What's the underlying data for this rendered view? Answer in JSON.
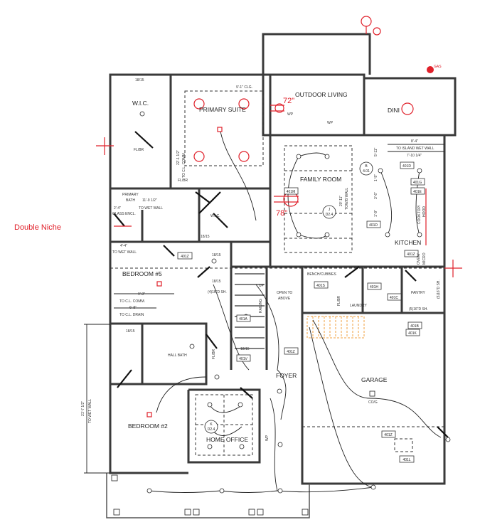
{
  "rooms": {
    "wic_primary": "W.I.C.",
    "primary_suite": "PRIMARY SUITE",
    "outdoor_living": "OUTDOOR LIVING",
    "dining": "DINI",
    "family_room": "FAMILY ROOM",
    "kitchen": "KITCHEN",
    "primary_bath_1": "PRIMARY",
    "primary_bath_2": "BATH",
    "wic_2": "W.I.C.",
    "bedroom5": "BEDROOM #5",
    "hall_bath": "HALL BATH",
    "bedroom2": "BEDROOM #2",
    "home_office": "HOME OFFICE",
    "foyer": "FOYER",
    "garage": "GARAGE",
    "laundry": "LAUNDRY",
    "pantry": "PANTRY",
    "bench": "BENCH/CUBBIES",
    "open_above_1": "OPEN TO",
    "open_above_2": "ABOVE"
  },
  "annotations": {
    "clg": "9'-1\" CLG.",
    "primary_dim": "22'-1 1/2\"",
    "primary_dim_label": "TO C.L. COMM.",
    "flbr1": "FL/BR",
    "flbr2": "FL/BR",
    "flbr3": "FL/BR",
    "flbr4": "FL/BR",
    "bath_dim": "11'-9 1/2\"",
    "bath_dim_label": "TO WET WALL",
    "shower_dim": "2'-4\"",
    "glass": "GLASS ENCL.",
    "b5_dim": "4'-4\"",
    "b5_dim_label": "TO WET WALL",
    "comm_dim": "9'-3\"",
    "comm_label": "TO C.L. COMM.",
    "drain_dim": "6'-8\"",
    "drain_label": "TO C.L. DRAIN",
    "left_dim": "21'-7 1/2\"",
    "left_dim_label": "TO WET WALL",
    "island_dim": "8'-4\"",
    "island_label": "TO ISLAND WET WALL",
    "island_dim2": "7'-10 1/4\"",
    "d_5_11": "5'-11\"",
    "d_1_9a": "1'-9\"",
    "d_3_6": "3'-6\"",
    "d_1_9b": "1'-9\"",
    "d_20_11": "20'-11\"",
    "tow": "TOW/B WALL",
    "cooktop": "COOKTOP/",
    "hood": "HOOD",
    "oven": "OVEN/",
    "micro": "MICRO",
    "sh5": "(5)16\"D SH.",
    "sh5b": "(5)16\"D SH.",
    "sh4": "(4)16\"D SH.",
    "rod1": "18/15",
    "rod2": "18/15",
    "rod3": "18/15",
    "rod4": "18/15",
    "rod5": "18/15",
    "rod6": "18/15",
    "up": "UP",
    "railing": "RAILING",
    "cog": "CO/G",
    "wp1": "WP",
    "wp2": "WP",
    "wp3": "WP",
    "gas": "GAS",
    "tv72": "72\"",
    "tv78": "78\"",
    "double_niche": "Double Niche"
  },
  "tags": {
    "t401z_a": "401Z",
    "t401d_a": "401D",
    "t401g": "401G",
    "t401e": "401E",
    "t401m": "401M",
    "t401d_b": "401D",
    "t401z_b": "401Z",
    "t401s": "401S",
    "t401h": "401H",
    "t401c": "401C",
    "t401b": "401B",
    "t401k": "401K",
    "t401a": "401A",
    "t401v": "401V",
    "t401z_c": "401Z",
    "t401z_d": "401Z",
    "t401l": "401L",
    "j_top": "J",
    "j_bot": "D2.4",
    "b_top": "B",
    "b_bot": "4.01",
    "k_top": "K",
    "k_bot": "D2.4"
  },
  "colors": {
    "wall": "#3a3a3a",
    "markup_red": "#e0202a",
    "stair_orange": "#f0a040"
  }
}
